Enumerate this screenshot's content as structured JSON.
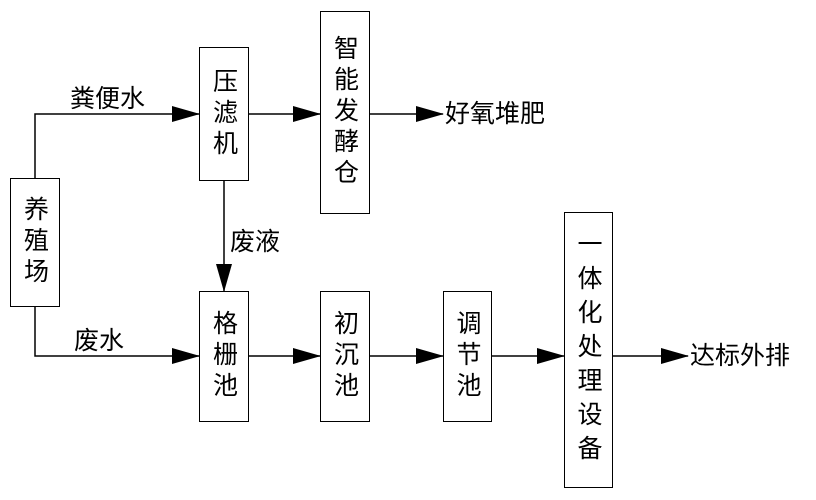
{
  "nodes": {
    "farm": "养殖场",
    "filter_press": "压滤机",
    "smart_fermenter": "智能发酵仓",
    "grid_tank": "格栅池",
    "primary_settling": "初沉池",
    "adjusting_tank": "调节池",
    "integrated_treatment": "一体化处理设备"
  },
  "labels": {
    "manure_water": "粪便水",
    "waste_water": "废水",
    "waste_liquid": "废液",
    "aerobic_compost": "好氧堆肥",
    "discharge": "达标外排"
  }
}
